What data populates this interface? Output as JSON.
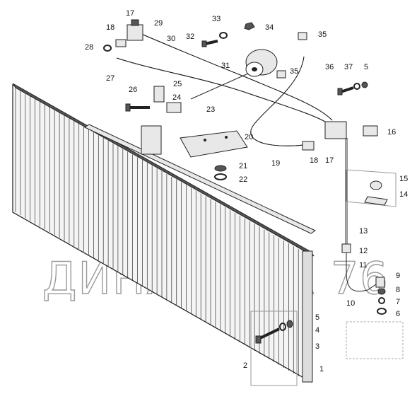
{
  "watermark": "ДИНАМИКА 76",
  "callouts": [
    {
      "id": "c17a",
      "text": "17"
    },
    {
      "id": "c18a",
      "text": "18"
    },
    {
      "id": "c29",
      "text": "29"
    },
    {
      "id": "c28",
      "text": "28"
    },
    {
      "id": "c30",
      "text": "30"
    },
    {
      "id": "c27",
      "text": "27"
    },
    {
      "id": "c33",
      "text": "33"
    },
    {
      "id": "c32",
      "text": "32"
    },
    {
      "id": "c34",
      "text": "34"
    },
    {
      "id": "c35a",
      "text": "35"
    },
    {
      "id": "c31",
      "text": "31"
    },
    {
      "id": "c35b",
      "text": "35"
    },
    {
      "id": "c36",
      "text": "36"
    },
    {
      "id": "c37",
      "text": "37"
    },
    {
      "id": "c5a",
      "text": "5"
    },
    {
      "id": "c26",
      "text": "26"
    },
    {
      "id": "c25",
      "text": "25"
    },
    {
      "id": "c24",
      "text": "24"
    },
    {
      "id": "c23",
      "text": "23"
    },
    {
      "id": "c20",
      "text": "20"
    },
    {
      "id": "c21",
      "text": "21"
    },
    {
      "id": "c22",
      "text": "22"
    },
    {
      "id": "c19",
      "text": "19"
    },
    {
      "id": "c18b",
      "text": "18"
    },
    {
      "id": "c17b",
      "text": "17"
    },
    {
      "id": "c16",
      "text": "16"
    },
    {
      "id": "c15",
      "text": "15"
    },
    {
      "id": "c14",
      "text": "14"
    },
    {
      "id": "c13",
      "text": "13"
    },
    {
      "id": "c12",
      "text": "12"
    },
    {
      "id": "c11",
      "text": "11"
    },
    {
      "id": "c10",
      "text": "10"
    },
    {
      "id": "c9",
      "text": "9"
    },
    {
      "id": "c8",
      "text": "8"
    },
    {
      "id": "c7",
      "text": "7"
    },
    {
      "id": "c6",
      "text": "6"
    },
    {
      "id": "c5b",
      "text": "5"
    },
    {
      "id": "c4",
      "text": "4"
    },
    {
      "id": "c3",
      "text": "3"
    },
    {
      "id": "c2",
      "text": "2"
    },
    {
      "id": "c1",
      "text": "1"
    }
  ]
}
